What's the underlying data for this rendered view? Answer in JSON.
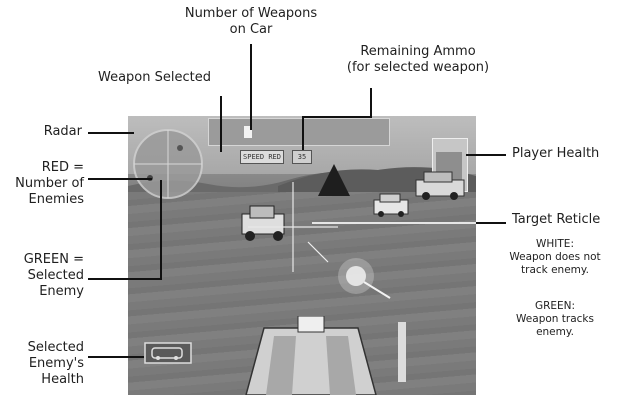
{
  "labels": {
    "number_of_weapons_line1": "Number of Weapons",
    "number_of_weapons_line2": "on Car",
    "remaining_ammo_line1": "Remaining Ammo",
    "remaining_ammo_line2": "(for selected weapon)",
    "weapon_selected": "Weapon Selected",
    "radar": "Radar",
    "red_line1": "RED =",
    "red_line2": "Number of",
    "red_line3": "Enemies",
    "green_line1": "GREEN =",
    "green_line2": "Selected",
    "green_line3": "Enemy",
    "selected_health_line1": "Selected",
    "selected_health_line2": "Enemy's",
    "selected_health_line3": "Health",
    "player_health": "Player Health",
    "target_reticle": "Target Reticle",
    "white_line1": "WHITE:",
    "white_line2": "Weapon does not",
    "white_line3": "track enemy.",
    "green_track_line1": "GREEN:",
    "green_track_line2": "Weapon tracks",
    "green_track_line3": "enemy."
  },
  "hud": {
    "weapon_text": "SPEED RED",
    "ammo_text": "35"
  },
  "colors": {
    "line": "#111111",
    "text": "#1f1f1f"
  }
}
